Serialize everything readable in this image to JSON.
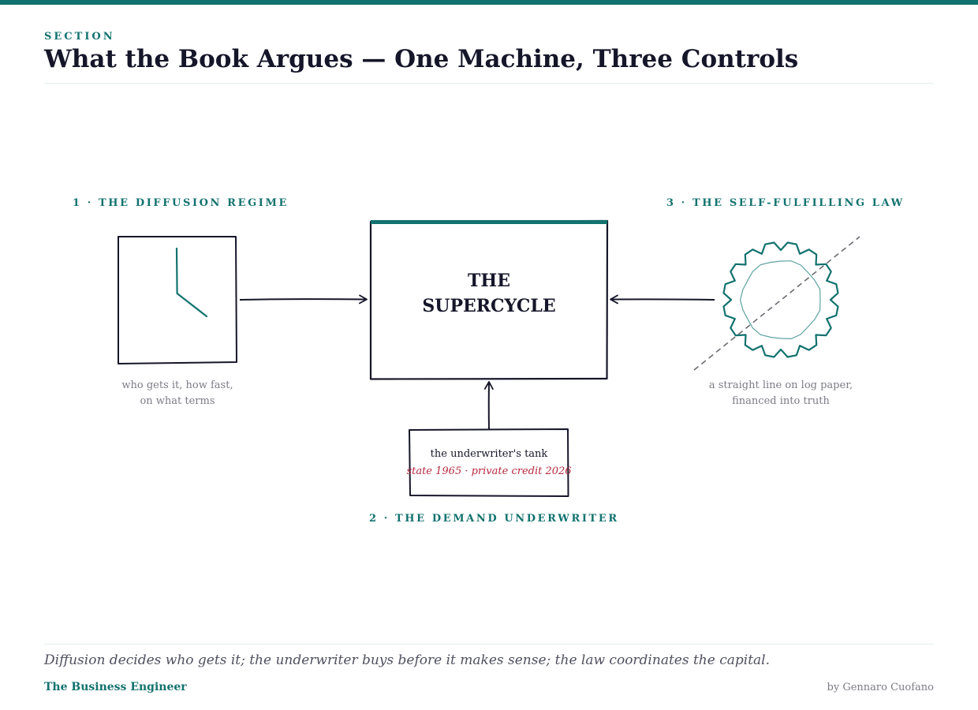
{
  "header": {
    "eyebrow": "SECTION",
    "title": "What the Book Argues — One Machine, Three Controls"
  },
  "diagram": {
    "center": {
      "line1": "THE",
      "line2": "SUPERCYCLE"
    },
    "controls": [
      {
        "label": "1 · THE DIFFUSION REGIME",
        "caption_line1": "who gets it, how fast,",
        "caption_line2": "on what terms",
        "icon": "clock-icon"
      },
      {
        "label": "2 · THE DEMAND UNDERWRITER",
        "box_title": "the underwriter's tank",
        "box_subtitle": "state 1965 · private credit 2026",
        "icon": "tank-icon"
      },
      {
        "label": "3 · THE SELF-FULFILLING LAW",
        "caption_line1": "a straight line on log paper,",
        "caption_line2": "financed into truth",
        "icon": "gear-icon"
      }
    ]
  },
  "footer": {
    "tagline": "Diffusion decides who gets it; the underwriter buys before it makes sense; the law coordinates the capital.",
    "brand": "The Business Engineer",
    "byline": "by Gennaro Cuofano"
  },
  "colors": {
    "accent": "#12726f",
    "ink": "#16162a",
    "muted": "#7c7c86",
    "highlight": "#b5283f"
  }
}
